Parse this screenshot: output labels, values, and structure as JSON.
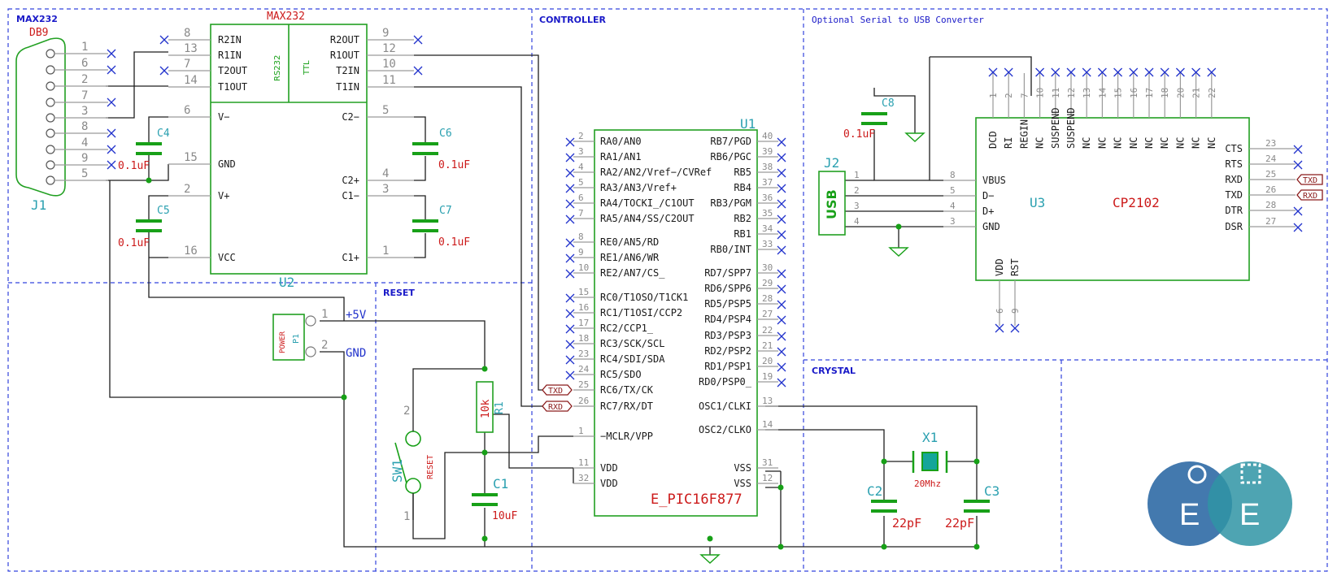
{
  "sections": {
    "max232": "MAX232",
    "controller": "CONTROLLER",
    "usb": "Optional Serial to USB Converter",
    "reset": "RESET",
    "crystal": "CRYSTAL"
  },
  "db9": {
    "label": "DB9",
    "ref": "J1",
    "pins": [
      "1",
      "6",
      "2",
      "7",
      "3",
      "8",
      "4",
      "9",
      "5"
    ]
  },
  "max232": {
    "title": "MAX232",
    "ref": "U2",
    "rs232": "RS232",
    "ttl": "TTL",
    "left": [
      {
        "name": "R2IN",
        "num": "8"
      },
      {
        "name": "R1IN",
        "num": "13"
      },
      {
        "name": "T2OUT",
        "num": "7"
      },
      {
        "name": "T1OUT",
        "num": "14"
      },
      {
        "name": "V-",
        "num": "6"
      },
      {
        "name": "GND",
        "num": "15"
      },
      {
        "name": "V+",
        "num": "2"
      },
      {
        "name": "VCC",
        "num": "16"
      }
    ],
    "right": [
      {
        "name": "R2OUT",
        "num": "9"
      },
      {
        "name": "R1OUT",
        "num": "12"
      },
      {
        "name": "T2IN",
        "num": "10"
      },
      {
        "name": "T1IN",
        "num": "11"
      },
      {
        "name": "C2-",
        "num": "5"
      },
      {
        "name": "C2+",
        "num": "4"
      },
      {
        "name": "C1-",
        "num": "3"
      },
      {
        "name": "C1+",
        "num": "1"
      }
    ]
  },
  "caps": {
    "c4": {
      "ref": "C4",
      "val": "0.1uF"
    },
    "c5": {
      "ref": "C5",
      "val": "0.1uF"
    },
    "c6": {
      "ref": "C6",
      "val": "0.1uF"
    },
    "c7": {
      "ref": "C7",
      "val": "0.1uF"
    },
    "c8": {
      "ref": "C8",
      "val": "0.1uF"
    },
    "c1": {
      "ref": "C1",
      "val": "10uF"
    },
    "c2": {
      "ref": "C2",
      "val": "22pF"
    },
    "c3": {
      "ref": "C3",
      "val": "22pF"
    }
  },
  "pic": {
    "ref": "U1",
    "value": "E_PIC16F877",
    "left": [
      {
        "name": "RA0/AN0",
        "num": "2"
      },
      {
        "name": "RA1/AN1",
        "num": "3"
      },
      {
        "name": "RA2/AN2/Vref-/CVRef",
        "num": "4"
      },
      {
        "name": "RA3/AN3/Vref+",
        "num": "5"
      },
      {
        "name": "RA4/TOCKI_/C1OUT",
        "num": "6"
      },
      {
        "name": "RA5/AN4/SS/C2OUT",
        "num": "7"
      },
      {
        "name": "RE0/AN5/RD",
        "num": "8"
      },
      {
        "name": "RE1/AN6/WR",
        "num": "9"
      },
      {
        "name": "RE2/AN7/CS_",
        "num": "10"
      },
      {
        "name": "RC0/T1OSO/T1CK1",
        "num": "15"
      },
      {
        "name": "RC1/T1OSI/CCP2",
        "num": "16"
      },
      {
        "name": "RC2/CCP1_",
        "num": "17"
      },
      {
        "name": "RC3/SCK/SCL",
        "num": "18"
      },
      {
        "name": "RC4/SDI/SDA",
        "num": "23"
      },
      {
        "name": "RC5/SDO",
        "num": "24"
      },
      {
        "name": "RC6/TX/CK",
        "num": "25"
      },
      {
        "name": "RC7/RX/DT",
        "num": "26"
      },
      {
        "name": "-MCLR/VPP",
        "num": "1"
      },
      {
        "name": "VDD",
        "num": "11"
      },
      {
        "name": "VDD",
        "num": "32"
      }
    ],
    "right": [
      {
        "name": "RB7/PGD",
        "num": "40"
      },
      {
        "name": "RB6/PGC",
        "num": "39"
      },
      {
        "name": "RB5",
        "num": "38"
      },
      {
        "name": "RB4",
        "num": "37"
      },
      {
        "name": "RB3/PGM",
        "num": "36"
      },
      {
        "name": "RB2",
        "num": "35"
      },
      {
        "name": "RB1",
        "num": "34"
      },
      {
        "name": "RB0/INT",
        "num": "33"
      },
      {
        "name": "RD7/SPP7",
        "num": "30"
      },
      {
        "name": "RD6/SPP6",
        "num": "29"
      },
      {
        "name": "RD5/PSP5",
        "num": "28"
      },
      {
        "name": "RD4/PSP4",
        "num": "27"
      },
      {
        "name": "RD3/PSP3",
        "num": "22"
      },
      {
        "name": "RD2/PSP2",
        "num": "21"
      },
      {
        "name": "RD1/PSP1",
        "num": "20"
      },
      {
        "name": "RD0/PSP0_",
        "num": "19"
      },
      {
        "name": "OSC1/CLKI",
        "num": "13"
      },
      {
        "name": "OSC2/CLKO",
        "num": "14"
      },
      {
        "name": "VSS",
        "num": "31"
      },
      {
        "name": "VSS",
        "num": "12"
      }
    ],
    "labels": {
      "txd": "TXD",
      "rxd": "RXD"
    }
  },
  "cp2102": {
    "ref": "U3",
    "value": "CP2102",
    "top": [
      {
        "name": "DCD",
        "num": "1"
      },
      {
        "name": "RI",
        "num": "2"
      },
      {
        "name": "REGIN",
        "num": "7"
      },
      {
        "name": "NC",
        "num": "10"
      },
      {
        "name": "SUSPEND",
        "num": "11"
      },
      {
        "name": "SUSPEND",
        "num": "12"
      },
      {
        "name": "NC",
        "num": "13"
      },
      {
        "name": "NC",
        "num": "14"
      },
      {
        "name": "NC",
        "num": "15"
      },
      {
        "name": "NC",
        "num": "16"
      },
      {
        "name": "NC",
        "num": "17"
      },
      {
        "name": "NC",
        "num": "18"
      },
      {
        "name": "NC",
        "num": "20"
      },
      {
        "name": "NC",
        "num": "21"
      },
      {
        "name": "NC",
        "num": "22"
      }
    ],
    "left": [
      {
        "name": "VBUS",
        "num": "8"
      },
      {
        "name": "D-",
        "num": "5"
      },
      {
        "name": "D+",
        "num": "4"
      },
      {
        "name": "GND",
        "num": "3"
      }
    ],
    "right": [
      {
        "name": "CTS",
        "num": "23"
      },
      {
        "name": "RTS",
        "num": "24"
      },
      {
        "name": "RXD",
        "num": "25"
      },
      {
        "name": "TXD",
        "num": "26"
      },
      {
        "name": "DTR",
        "num": "28"
      },
      {
        "name": "DSR",
        "num": "27"
      }
    ],
    "bottom": [
      {
        "name": "VDD",
        "num": "6"
      },
      {
        "name": "RST",
        "num": "9"
      }
    ],
    "labels": {
      "txd": "TXD",
      "rxd": "RXD"
    }
  },
  "usb": {
    "ref": "J2",
    "text": "USB",
    "pins": [
      "1",
      "2",
      "3",
      "4"
    ]
  },
  "power": {
    "ref": "P1",
    "text": "POWER",
    "pins": [
      "1",
      "2"
    ],
    "vcc": "+5V",
    "gnd": "GND"
  },
  "reset": {
    "sw_ref": "SW1",
    "sw_text": "RESET",
    "pins": [
      "2",
      "1"
    ],
    "r_ref": "R1",
    "r_val": "10k"
  },
  "crystal": {
    "ref": "X1",
    "val": "20Mhz"
  },
  "logo": {
    "letter": "E"
  }
}
